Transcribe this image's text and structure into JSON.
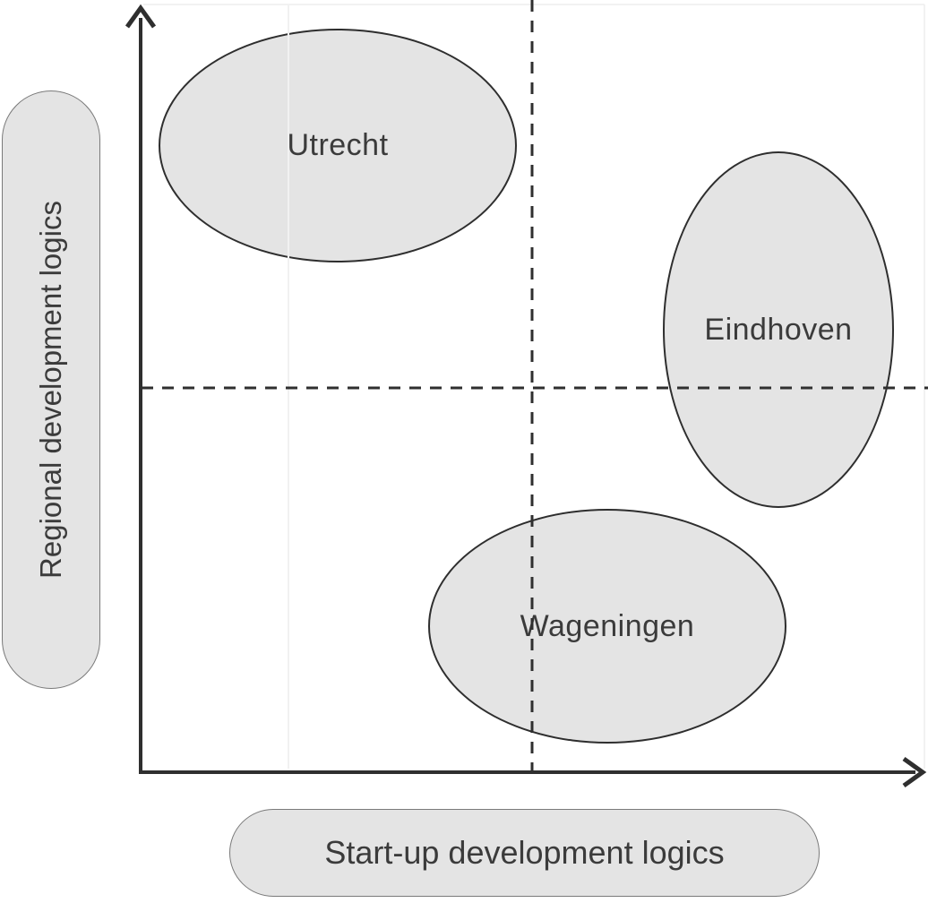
{
  "figure": {
    "y_axis_label": "Regional development logics",
    "x_axis_label": "Start-up development logics",
    "ellipses": [
      {
        "label": "Utrecht"
      },
      {
        "label": "Eindhoven"
      },
      {
        "label": "Wageningen"
      }
    ],
    "colors": {
      "shape_fill": "#e4e4e4",
      "ellipse_stroke": "#2e2e2e",
      "pill_stroke": "#7a7a7a",
      "axis": "#2f2f2f",
      "text": "#3b3b3b",
      "background": "#ffffff"
    }
  },
  "chart_data": {
    "type": "scatter",
    "title": "",
    "xlabel": "Start-up development logics",
    "ylabel": "Regional development logics",
    "axis_ranges": {
      "x": [
        0,
        1
      ],
      "y": [
        0,
        1
      ]
    },
    "grid": "dashed midlines at x=0.5 and y=0.5",
    "legend_position": "none",
    "series": [
      {
        "name": "Utrecht",
        "x": 0.25,
        "y": 0.82,
        "shape": "ellipse",
        "rx": 0.23,
        "ry": 0.15
      },
      {
        "name": "Eindhoven",
        "x": 0.82,
        "y": 0.58,
        "shape": "ellipse",
        "rx": 0.15,
        "ry": 0.23
      },
      {
        "name": "Wageningen",
        "x": 0.6,
        "y": 0.19,
        "shape": "ellipse",
        "rx": 0.23,
        "ry": 0.15
      }
    ]
  }
}
